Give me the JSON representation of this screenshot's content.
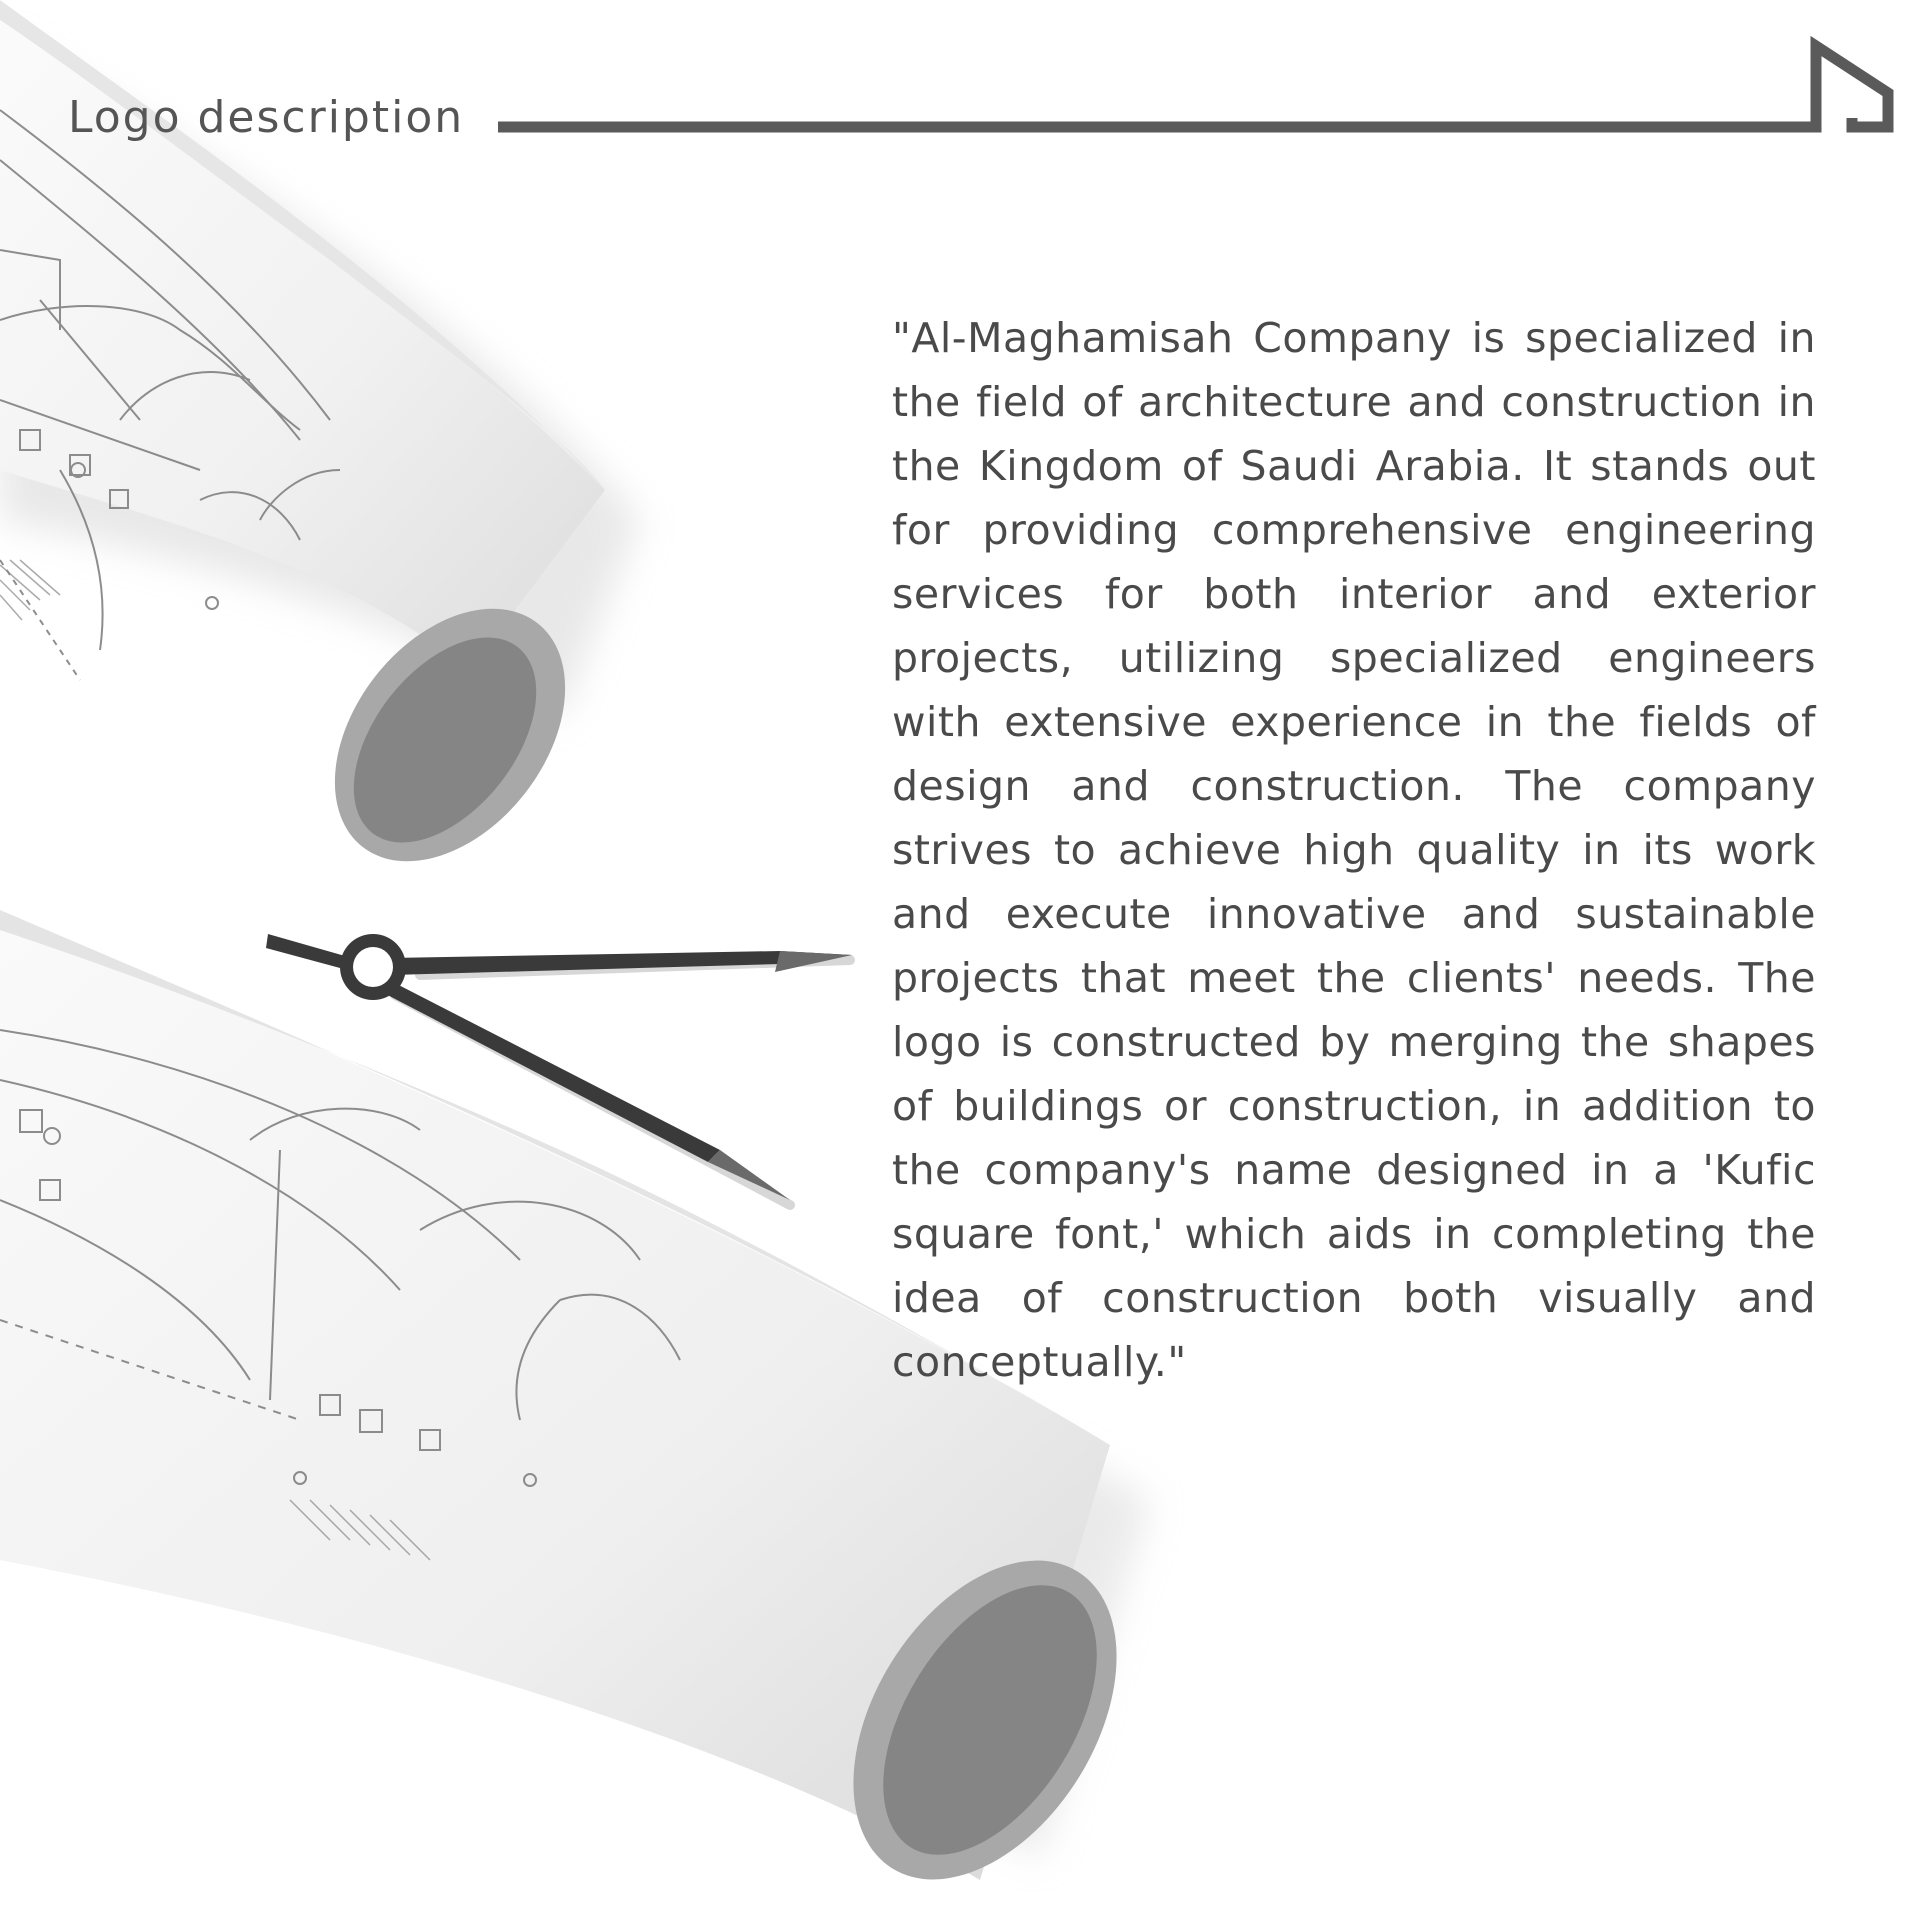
{
  "header": {
    "title": "Logo description"
  },
  "main": {
    "description": "\"Al-Maghamisah Company is specialized in the field of architecture and  construction in the Kingdom of Saudi Arabia. It stands out for providing comprehensive engineering services for both interior and exterior projects, utilizing specialized engineers with extensive experience in the fields of design and construction. The company strives to achieve high quality in its work and execute innovative and sustainable projects that meet the clients' needs. The logo is constructed by merging the shapes of buildings or construction, in addition to the company's name designed in a 'Kufic square font,' which aids in completing the idea of construction both visually and conceptually.\""
  },
  "icons": {
    "header_line": "house-outline-line",
    "compass": "drafting-compass-icon",
    "rolls": "blueprint-roll"
  },
  "colors": {
    "text": "#4a4a4a",
    "line": "#5a5a5a",
    "paper": "#f4f4f4",
    "roll_rim": "#a8a8a8",
    "roll_core": "#858585"
  }
}
